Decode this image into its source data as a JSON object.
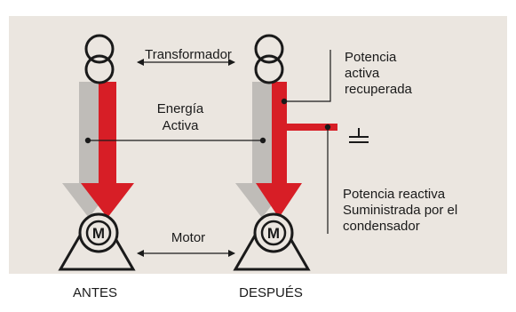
{
  "labels": {
    "transformer": "Transformador",
    "energy_line1": "Energía",
    "energy_line2": "Activa",
    "recovered_line1": "Potencia",
    "recovered_line2": "activa",
    "recovered_line3": "recuperada",
    "reactive_line1": "Potencia reactiva",
    "reactive_line2": "Suministrada por el",
    "reactive_line3": "condensador",
    "motor": "Motor",
    "motor_symbol": "M",
    "before": "ANTES",
    "after": "DESPUÉS"
  },
  "colors": {
    "background": "#ebe6e0",
    "active_arrow": "#d71e26",
    "grey_arrow": "#bfbcb8",
    "line": "#1a1a1a"
  }
}
